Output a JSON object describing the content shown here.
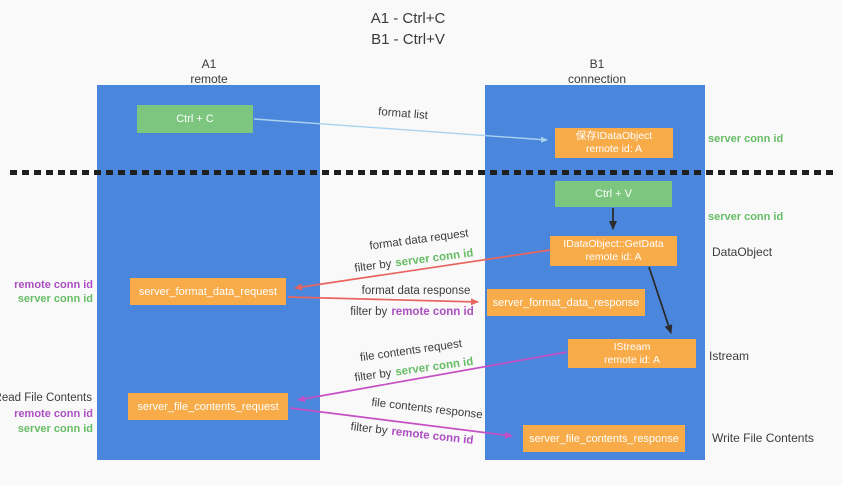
{
  "title": {
    "line1": "A1 - Ctrl+C",
    "line2": "B1 - Ctrl+V"
  },
  "columns": {
    "a1": {
      "name": "A1",
      "role": "remote"
    },
    "b1": {
      "name": "B1",
      "role": "connection"
    }
  },
  "nodes": {
    "ctrl_c": {
      "label": "Ctrl + C"
    },
    "ctrl_v": {
      "label": "Ctrl + V"
    },
    "save_idataobject": {
      "line1": "保存IDataObject",
      "line2": "remote id: A"
    },
    "getdata": {
      "line1": "IDataObject::GetData",
      "line2": "remote id: A"
    },
    "istream": {
      "line1": "IStream",
      "line2": "remote id: A"
    },
    "format_request": {
      "label": "server_format_data_request"
    },
    "format_response": {
      "label": "server_format_data_response"
    },
    "file_request": {
      "label": "server_file_contents_request"
    },
    "file_response": {
      "label": "server_file_contents_response"
    }
  },
  "arrows": {
    "format_list": {
      "label": "format list"
    },
    "format_data_request": {
      "label": "format data request",
      "filter_prefix": "filter by",
      "filter_key": "server conn id"
    },
    "format_data_response": {
      "label": "format data response",
      "filter_prefix": "filter by",
      "filter_key": "remote conn id"
    },
    "file_contents_request": {
      "label": "file contents request",
      "filter_prefix": "filter by",
      "filter_key": "server conn id"
    },
    "file_contents_response": {
      "label": "file contents response",
      "filter_prefix": "filter by",
      "filter_key": "remote conn id"
    }
  },
  "side_labels": {
    "right_server_conn_top": "server conn id",
    "right_server_conn_mid": "server conn id",
    "dataobject": "DataObject",
    "istream": "Istream",
    "write_file_contents": "Write File Contents",
    "read_file_contents": "Read File Contents",
    "left_remote_conn_top": "remote conn id",
    "left_server_conn_top": "server conn id",
    "left_remote_conn_bottom": "remote conn id",
    "left_server_conn_bottom": "server conn id"
  },
  "colors": {
    "background": "#f9f9f9",
    "column_blue": "#4a86db",
    "node_green": "#7dc67f",
    "node_orange": "#f8ab49",
    "text_dark": "#3c3c3c",
    "label_green": "#67bd66",
    "label_purple": "#ab4fc1",
    "arrow_blue": "#a9d3f0",
    "arrow_red": "#e8655f",
    "arrow_magenta": "#c550c5",
    "arrow_black": "#2b2b2b"
  }
}
